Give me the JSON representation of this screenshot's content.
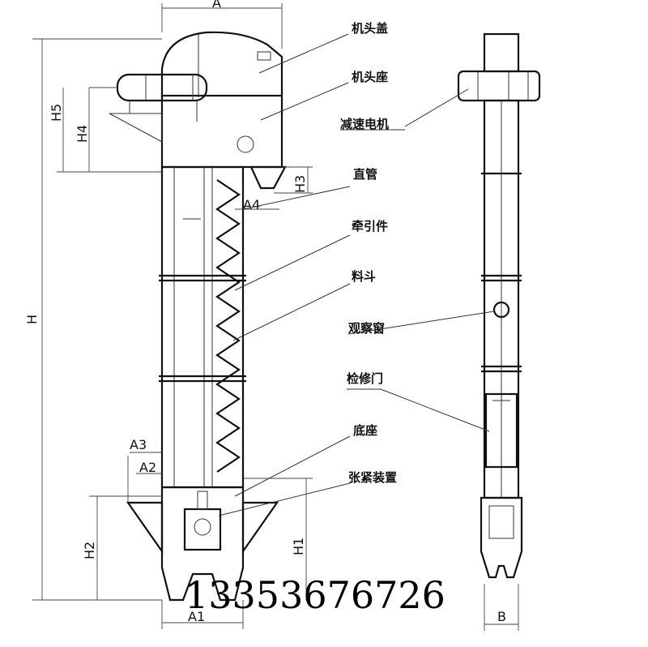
{
  "dimensions": {
    "A": "A",
    "H": "H",
    "H5": "H5",
    "H4": "H4",
    "H3": "H3",
    "A4": "A4",
    "A3": "A3",
    "A2": "A2",
    "H2": "H2",
    "H1": "H1",
    "A1": "A1",
    "B": "B"
  },
  "labels": {
    "head_cover": "机头盖",
    "head_seat": "机头座",
    "gear_motor": "减速电机",
    "straight_pipe": "直管",
    "traction_member": "牵引件",
    "bucket": "料斗",
    "sight_window": "观察窗",
    "access_door": "检修门",
    "base": "底座",
    "tension_device": "张紧装置"
  },
  "watermark": "13353676726"
}
